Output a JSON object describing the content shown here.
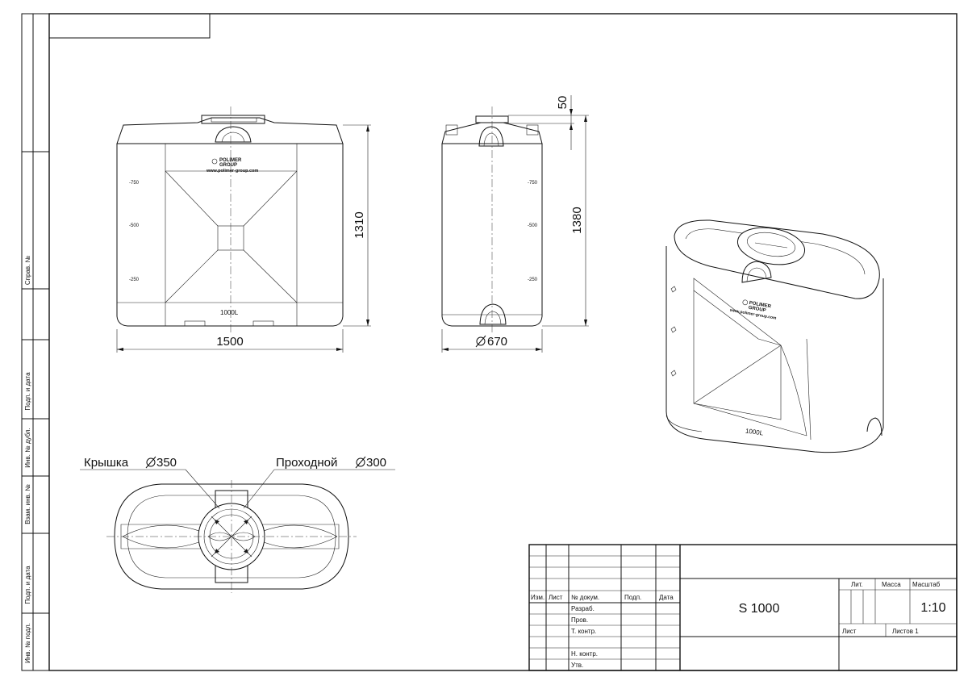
{
  "side_stamps": [
    "Справ. №",
    "Подп. и дата",
    "Инв. № дубл.",
    "Взам. инв. №",
    "Подп. и дата",
    "Инв. № подл."
  ],
  "front_view": {
    "logo_line1": "POLIMER",
    "logo_line2": "GROUP",
    "website": "www.polimer-group.com",
    "level_marks": [
      "-750",
      "-500",
      "-250"
    ],
    "volume": "1000L",
    "width_dim": "1500",
    "height_dim": "1310"
  },
  "side_view": {
    "level_marks": [
      "-750",
      "-500",
      "-250"
    ],
    "diameter_dim": "670",
    "height_dim": "1380",
    "top_dim": "50"
  },
  "iso_view": {
    "logo_line1": "POLIMER",
    "logo_line2": "GROUP",
    "website": "www.polimer-group.com",
    "volume": "1000L"
  },
  "top_view": {
    "lid_label": "Крышка",
    "lid_dim": "350",
    "passage_label": "Проходной",
    "passage_dim": "300"
  },
  "title_block": {
    "col_izm": "Изм.",
    "col_list": "Лист",
    "col_doc": "№ докум.",
    "col_sign": "Подп.",
    "col_date": "Дата",
    "row_razrab": "Разраб.",
    "row_prov": "Пров.",
    "row_tkontr": "Т. контр.",
    "row_nkontr": "Н. контр.",
    "row_utv": "Утв.",
    "product_name": "S 1000",
    "lit": "Лит.",
    "mass": "Масса",
    "scale_label": "Масштаб",
    "scale": "1:10",
    "sheet": "Лист",
    "sheets": "Листов 1"
  }
}
